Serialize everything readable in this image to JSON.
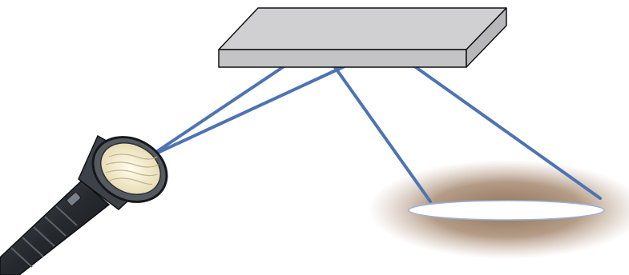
{
  "diagram": {
    "elements": [
      "slab",
      "flashlight",
      "light-rays",
      "illuminated-spot"
    ]
  },
  "colors": {
    "slab_top": "#d0d0d2",
    "slab_front": "#c4c4c6",
    "slab_side": "#b8b8bb",
    "slab_outline": "#111111",
    "ray": "#4e73b3",
    "glow": "#8a6a4e",
    "spot_fill": "#ffffff",
    "spot_edge": "#9bb0d8",
    "flashlight_body": "#2a2e33",
    "flashlight_head": "#545a60",
    "lens": "#f5f0d8",
    "lens_lines": "#c2b48c"
  }
}
